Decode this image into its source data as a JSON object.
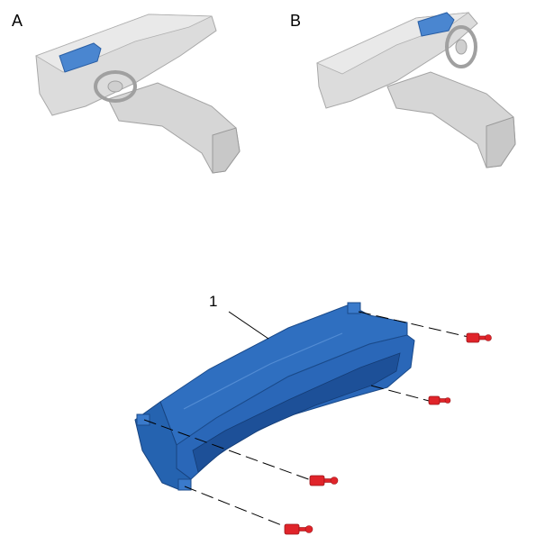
{
  "views": {
    "view_a": {
      "label": "A"
    },
    "view_b": {
      "label": "B"
    }
  },
  "parts": {
    "callout_1": "1"
  },
  "colors": {
    "part_blue": "#2a67b8",
    "part_blue_dark": "#1c4f95",
    "clip_red": "#e0242a",
    "vehicle_gray": "#d9d9d9",
    "outline_gray": "#9a9a9a",
    "highlight_blue": "#4a86d0"
  },
  "icons": {
    "clip": "clip-icon"
  }
}
